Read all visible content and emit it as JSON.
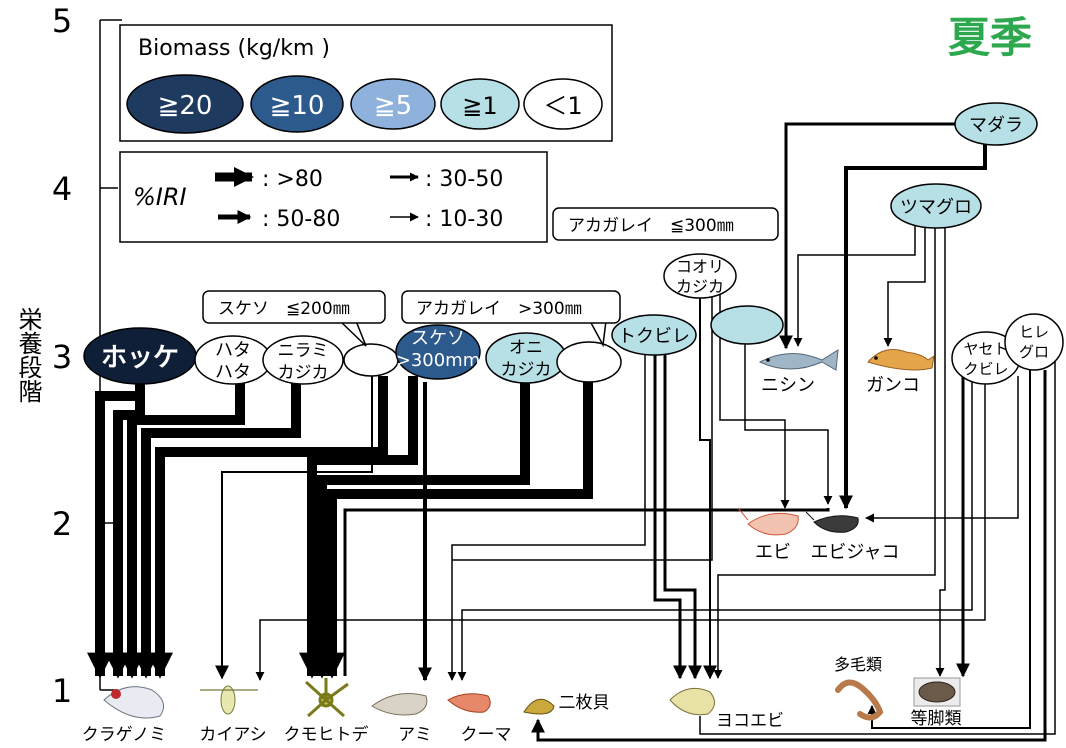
{
  "season": "夏季",
  "axis": {
    "label": "栄養段階",
    "ticks": [
      "1",
      "2",
      "3",
      "4",
      "5"
    ]
  },
  "legend_biomass": {
    "title": "Biomass (kg/km )",
    "classes": [
      "≧20",
      "≧10",
      "≧5",
      "≧1",
      "＜1"
    ],
    "class_colors": [
      "#1f3a5f",
      "#2c5a8c",
      "#8fb2dd",
      "#b7dfe6",
      "#ffffff"
    ]
  },
  "legend_iri": {
    "title": "%IRI",
    "items": [
      {
        "text": ":  >80"
      },
      {
        "text": ":  30-50"
      },
      {
        "text": ":  50-80"
      },
      {
        "text": ":  10-30"
      }
    ]
  },
  "predators": {
    "hokke": "ホッケ",
    "hata_1": "ハタ",
    "hata_2": "ハタ",
    "niramikajika_1": "ニラミ",
    "niramikajika_2": "カジカ",
    "suketou_large_1": "スケソ",
    "suketou_large_2": ">300mm",
    "onikajika_1": "オニ",
    "onikajika_2": "カジカ",
    "tokubire": "トクビレ",
    "koorikajika_1": "コオリ",
    "koorikajika_2": "カジカ",
    "madara": "マダラ",
    "tsumaguro": "ツマグロ",
    "yasetokubire_1": "ヤセト",
    "yasetokubire_2": "クビレ",
    "hiregurlo_1": "ヒレ",
    "hiregurlo_2": "グロ"
  },
  "callouts": {
    "suketou_small": "スケソ　≦200㎜",
    "akagarei_large": "アカガレイ　>300㎜",
    "akagarei_small": "アカガレイ　≦300㎜"
  },
  "prey": {
    "nishin": "ニシン",
    "ganko": "ガンコ",
    "ebi": "エビ",
    "ebijako": "エビジャコ",
    "kuragenomi": "クラゲノミ",
    "kaiashi": "カイアシ",
    "kumohitode": "クモヒトデ",
    "ami": "アミ",
    "kuma": "クーマ",
    "nimaigai": "二枚貝",
    "yokoebi": "ヨコエビ",
    "tamourui": "多毛類",
    "toukyakurui": "等脚類"
  }
}
